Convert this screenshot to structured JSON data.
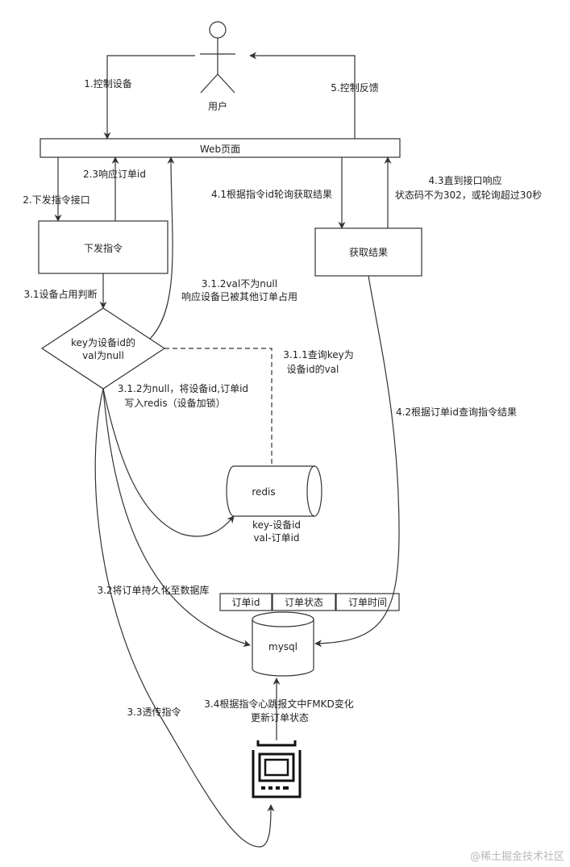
{
  "actor": {
    "label": "用户"
  },
  "web_page": {
    "label": "Web页面"
  },
  "nodes": {
    "dispatch": "下发指令",
    "get_result": "获取结果",
    "decision": {
      "line1": "key为设备id的",
      "line2": "val为null"
    },
    "redis": "redis",
    "redis_note": {
      "line1": "key-设备id",
      "line2": "val-订单id"
    },
    "mysql": "mysql",
    "table_cols": [
      "订单id",
      "订单状态",
      "订单时间"
    ]
  },
  "edges": {
    "e1": "1.控制设备",
    "e5": "5.控制反馈",
    "e2": "2.下发指令接口",
    "e23": "2.3响应订单id",
    "e41": "4.1根据指令id轮询获取结果",
    "e43": {
      "line1": "4.3直到接口响应",
      "line2": "状态码不为302，或轮询超过30秒"
    },
    "e31": "3.1设备占用判断",
    "e312v": {
      "line1": "3.1.2val不为null",
      "line2": "响应设备已被其他订单占用"
    },
    "e311": {
      "line1": "3.1.1查询key为",
      "line2": "设备id的val"
    },
    "e312n": {
      "line1": "3.1.2为null，将设备id,订单id",
      "line2": "写入redis（设备加锁）"
    },
    "e42": "4.2根据订单id查询指令结果",
    "e32": "3.2将订单持久化至数据库",
    "e33": "3.3透传指令",
    "e34": {
      "line1": "3.4根据指令心跳报文中FMKD变化",
      "line2": "更新订单状态"
    }
  },
  "watermark": "@稀土掘金技术社区"
}
